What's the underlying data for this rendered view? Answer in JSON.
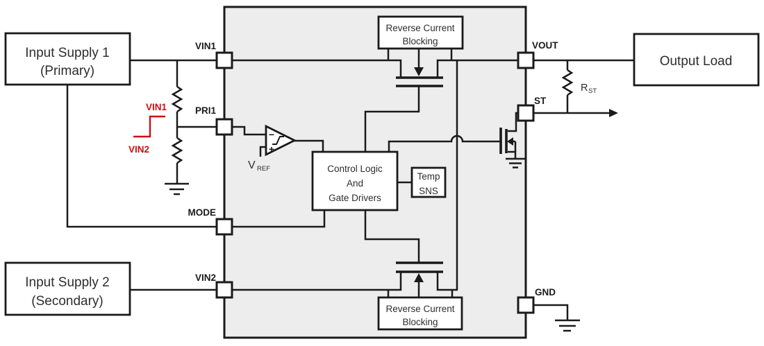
{
  "diagram": {
    "external": {
      "input_supply_1": {
        "lines": [
          "Input Supply 1",
          "(Primary)"
        ]
      },
      "input_supply_2": {
        "lines": [
          "Input Supply 2",
          "(Secondary)"
        ]
      },
      "output_load": {
        "label": "Output Load"
      }
    },
    "ic": {
      "pins": {
        "vin1": "VIN1",
        "pri1": "PRI1",
        "mode": "MODE",
        "vin2": "VIN2",
        "vout": "VOUT",
        "st": "ST",
        "gnd": "GND"
      },
      "blocks": {
        "rcb_top": {
          "lines": [
            "Reverse Current",
            "Blocking"
          ]
        },
        "rcb_bottom": {
          "lines": [
            "Reverse Current",
            "Blocking"
          ]
        },
        "control_logic": {
          "lines": [
            "Control Logic",
            "And",
            "Gate Drivers"
          ]
        },
        "temp_sns": {
          "lines": [
            "Temp",
            "SNS"
          ]
        }
      },
      "comparator": {
        "minus": "−",
        "plus": "+",
        "vref_main": "V",
        "vref_sub": "REF"
      }
    },
    "annotations": {
      "red_waveform": {
        "high": "VIN1",
        "low": "VIN2"
      },
      "rst": {
        "main": "R",
        "sub": "ST"
      }
    },
    "colors": {
      "line": "#1a1a1a",
      "ic_fill": "#ededed",
      "box_fill": "#ffffff",
      "annotation_red": "#cc1010"
    }
  }
}
